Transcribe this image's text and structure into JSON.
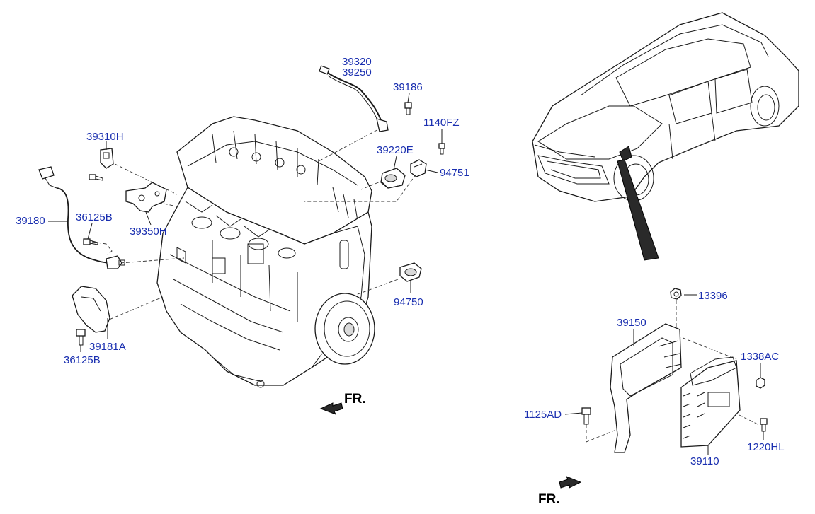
{
  "labels": {
    "p39320": "39320",
    "p39250": "39250",
    "p39186": "39186",
    "p1140FZ": "1140FZ",
    "p39310H": "39310H",
    "p39220E": "39220E",
    "p94751": "94751",
    "p39180": "39180",
    "p36125B_top": "36125B",
    "p39350H": "39350H",
    "p94750": "94750",
    "p39181A": "39181A",
    "p36125B_bottom": "36125B",
    "p13396": "13396",
    "p39150": "39150",
    "p1338AC": "1338AC",
    "p1125AD": "1125AD",
    "p1220HL": "1220HL",
    "p39110": "39110"
  },
  "direction": {
    "engine_fr": "FR.",
    "ecu_fr": "FR."
  },
  "colors": {
    "label": "#1a2fb0",
    "line": "#1a1a1a",
    "background": "#ffffff"
  }
}
